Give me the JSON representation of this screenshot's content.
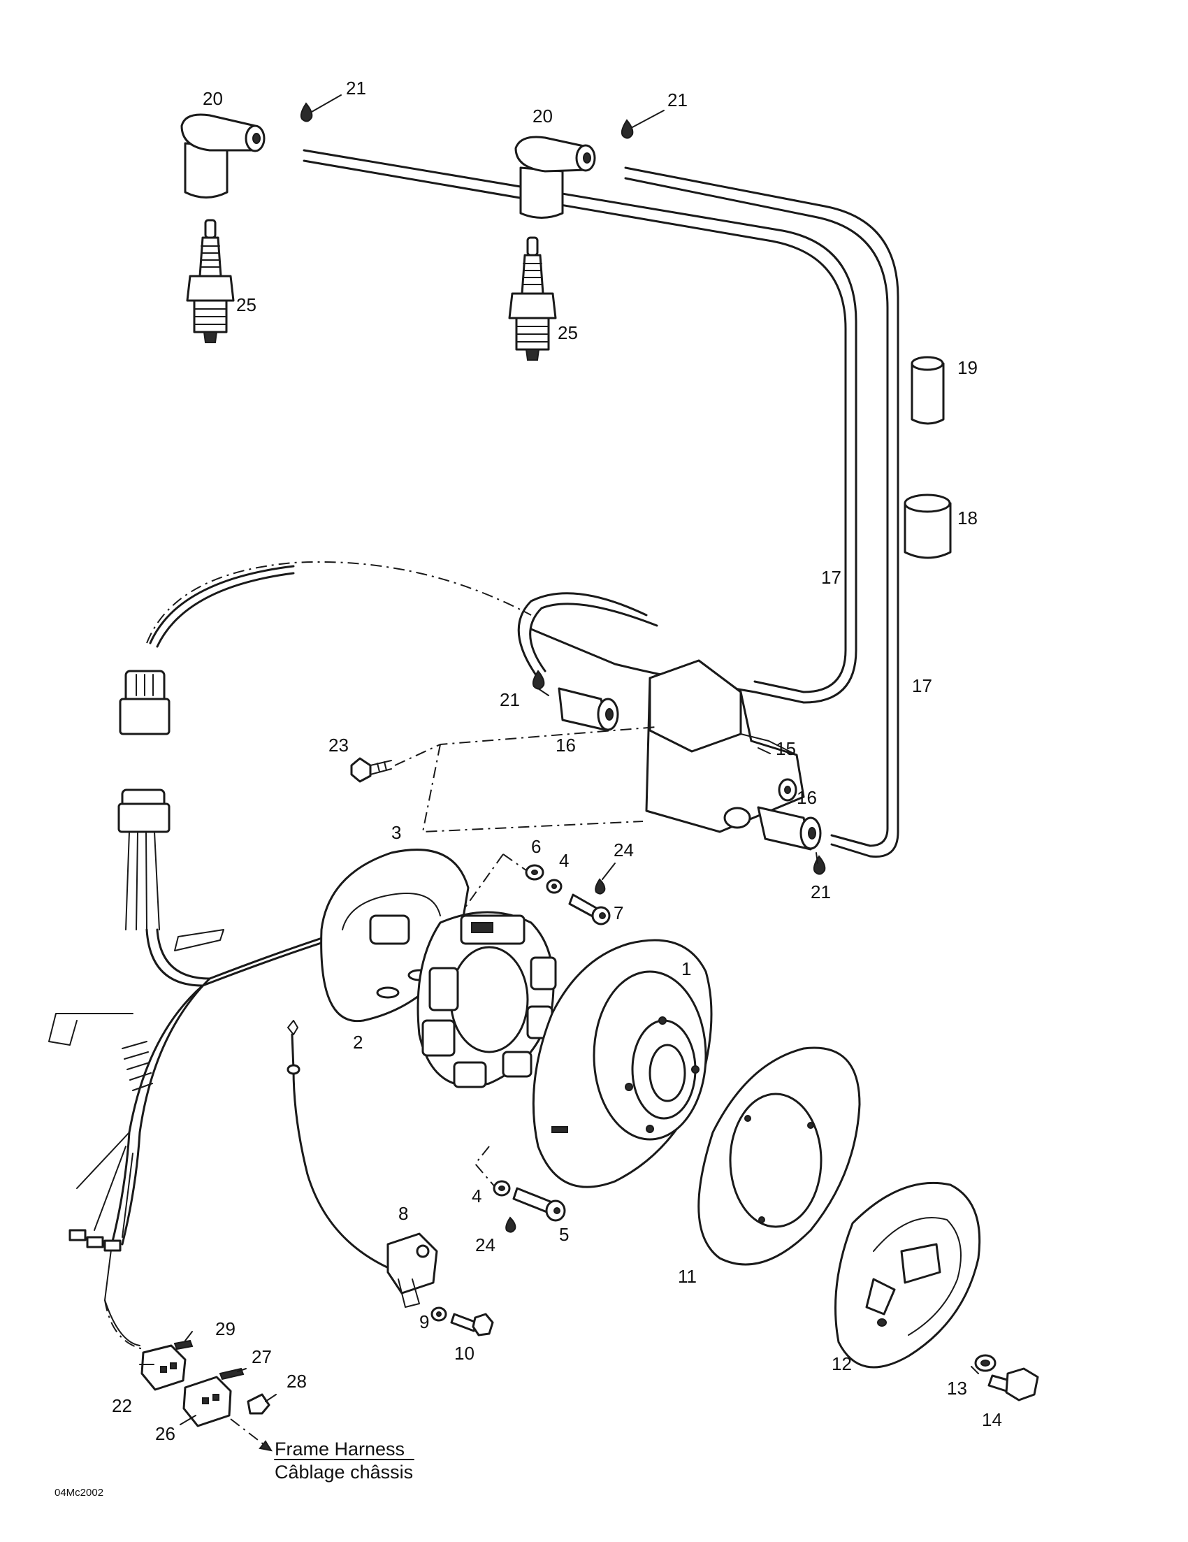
{
  "callouts": {
    "c20a": "20",
    "c21a": "21",
    "c20b": "20",
    "c21b": "21",
    "c25a": "25",
    "c25b": "25",
    "c19": "19",
    "c18": "18",
    "c17a": "17",
    "c17b": "17",
    "c21c": "21",
    "c16a": "16",
    "c23": "23",
    "c15": "15",
    "c16b": "16",
    "c21d": "21",
    "c3": "3",
    "c6": "6",
    "c4a": "4",
    "c24a": "24",
    "c7": "7",
    "c1": "1",
    "c2": "2",
    "c8": "8",
    "c4b": "4",
    "c5": "5",
    "c24b": "24",
    "c11": "11",
    "c9": "9",
    "c10": "10",
    "c12": "12",
    "c13": "13",
    "c14": "14",
    "c29": "29",
    "c27": "27",
    "c28": "28",
    "c22": "22",
    "c26": "26"
  },
  "frame_harness": {
    "line1": "Frame Harness",
    "line2": "Câblage châssis"
  },
  "figure_code": "04Mc2002"
}
